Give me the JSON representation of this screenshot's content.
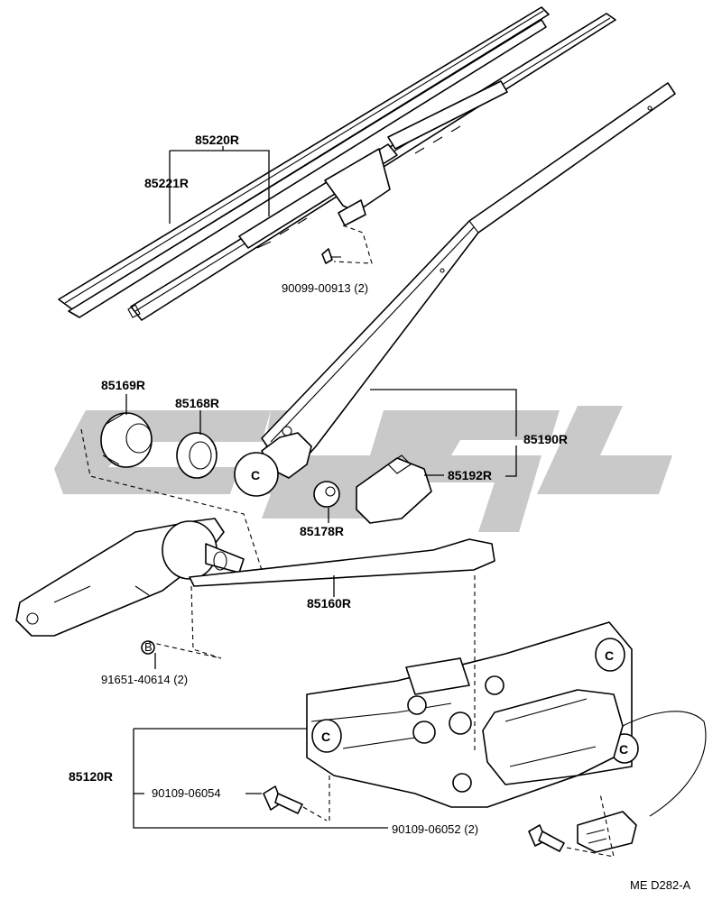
{
  "labels": {
    "p85220R": "85220R",
    "p85221R": "85221R",
    "p90099": "90099-00913 (2)",
    "p85169R": "85169R",
    "p85168R": "85168R",
    "p85190R": "85190R",
    "p85192R": "85192R",
    "p85178R": "85178R",
    "p85160R": "85160R",
    "p91651": "91651-40614 (2)",
    "p85120R": "85120R",
    "p90109a": "90109-06054",
    "p90109b": "90109-06052 (2)",
    "code": "ME  D282-A"
  },
  "marks": {
    "c": "C",
    "b": "B"
  },
  "colors": {
    "line": "#000000",
    "watermark": "#c9c9c9",
    "background": "#ffffff"
  }
}
